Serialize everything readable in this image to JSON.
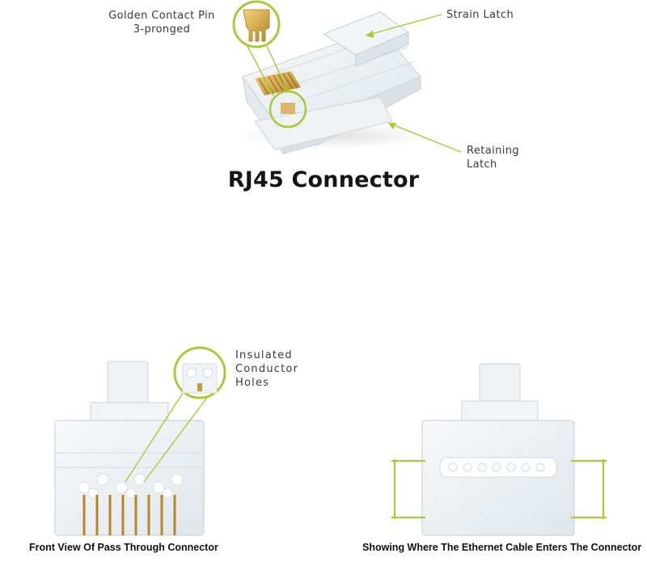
{
  "title": "RJ45 Connector",
  "callouts": {
    "golden_pin_line1": "Golden Contact Pin",
    "golden_pin_line2": "3-pronged",
    "strain_latch": "Strain Latch",
    "retaining_line1": "Retaining",
    "retaining_line2": "Latch",
    "insulated_line1": "Insulated",
    "insulated_line2": "Conductor",
    "insulated_line3": "Holes"
  },
  "captions": {
    "front_view": "Front View Of Pass Through Connector",
    "cable_entry": "Showing Where The Ethernet Cable Enters The Connector"
  },
  "colors": {
    "accent_green": "#a8c93a",
    "gold": "#c89a3a",
    "plastic": "#eef2f5",
    "plastic_edge": "#c9d3da"
  }
}
